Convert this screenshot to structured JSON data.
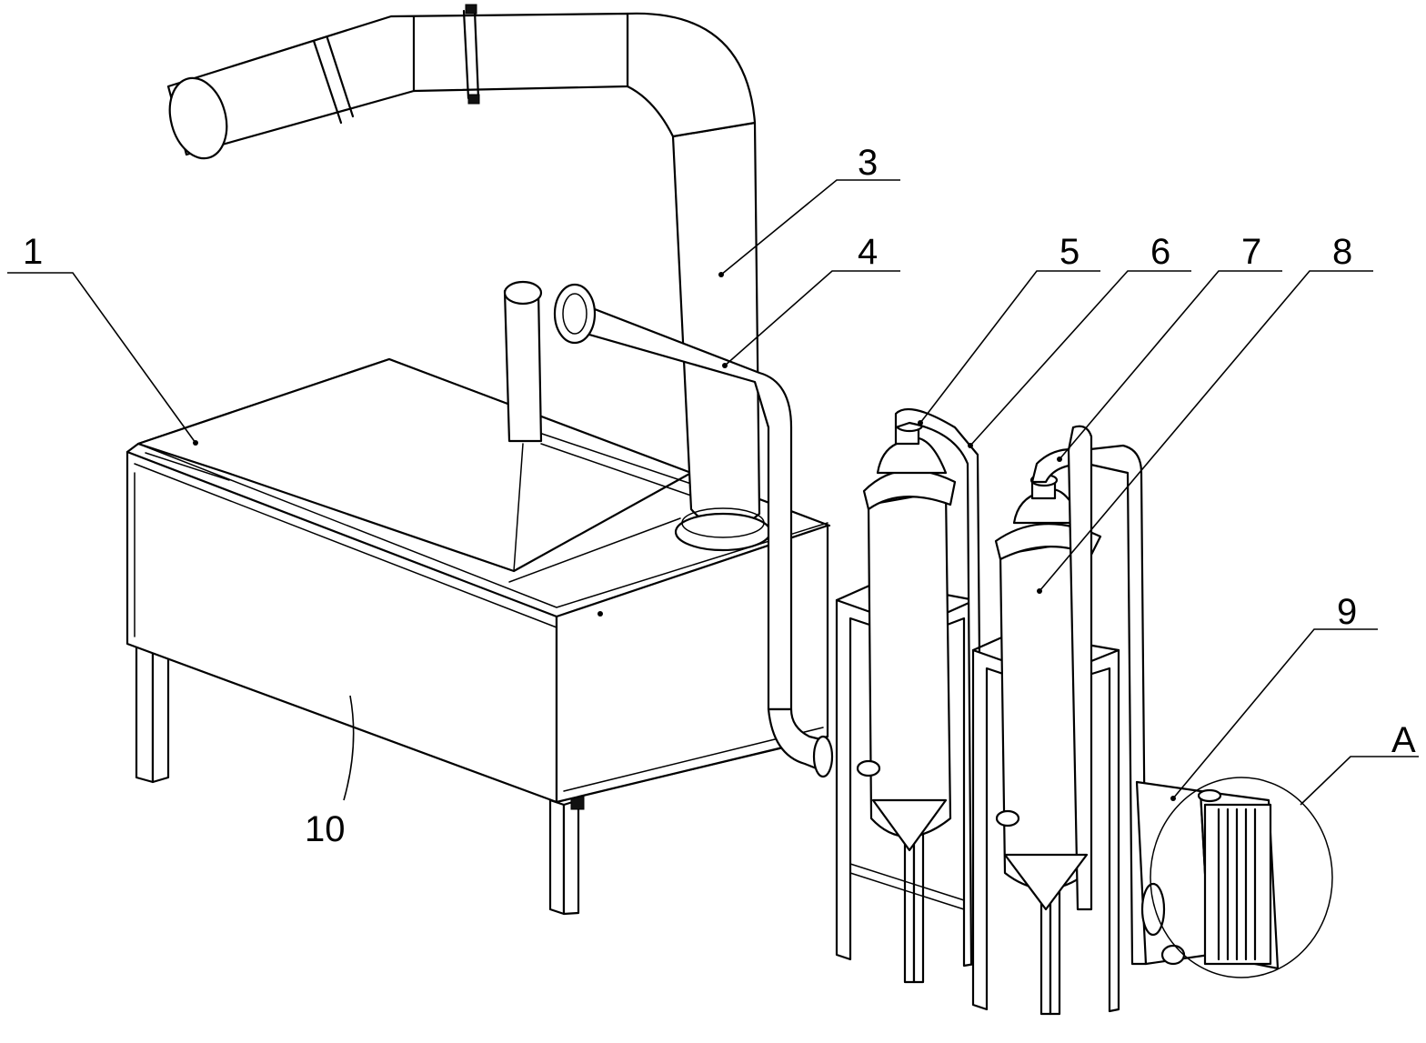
{
  "callouts": {
    "c1": "1",
    "c3": "3",
    "c4": "4",
    "c5": "5",
    "c6": "6",
    "c7": "7",
    "c8": "8",
    "c9": "9",
    "c10": "10",
    "cA": "A"
  }
}
